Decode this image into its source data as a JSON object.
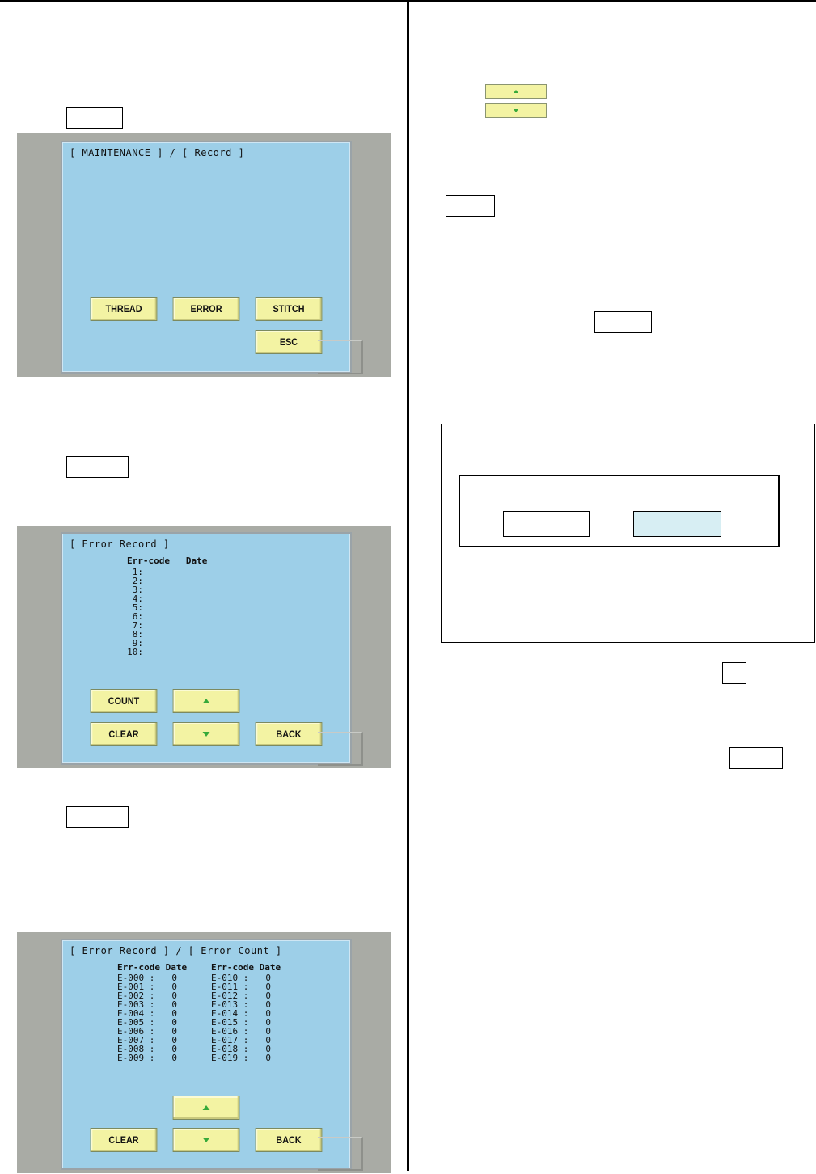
{
  "screens": {
    "maintenance_record": {
      "title": "[ MAINTENANCE ] / [ Record ]",
      "buttons": {
        "thread": "THREAD",
        "error": "ERROR",
        "stitch": "STITCH",
        "esc": "ESC"
      }
    },
    "error_record": {
      "title": "[ Error Record ]",
      "header": "Err-code   Date",
      "rows": [
        "1:",
        "2:",
        "3:",
        "4:",
        "5:",
        "6:",
        "7:",
        "8:",
        "9:",
        "10:"
      ],
      "buttons": {
        "count": "COUNT",
        "clear": "CLEAR",
        "back": "BACK"
      }
    },
    "error_count": {
      "title": "[ Error Record ] / [ Error Count ]",
      "header_left": "Err-code Date",
      "header_right": "Err-code Date",
      "left_codes": [
        "E-000 :",
        "E-001 :",
        "E-002 :",
        "E-003 :",
        "E-004 :",
        "E-005 :",
        "E-006 :",
        "E-007 :",
        "E-008 :",
        "E-009 :"
      ],
      "left_values": [
        "0",
        "0",
        "0",
        "0",
        "0",
        "0",
        "0",
        "0",
        "0",
        "0"
      ],
      "right_codes": [
        "E-010 :",
        "E-011 :",
        "E-012 :",
        "E-013 :",
        "E-014 :",
        "E-015 :",
        "E-016 :",
        "E-017 :",
        "E-018 :",
        "E-019 :"
      ],
      "right_values": [
        "0",
        "0",
        "0",
        "0",
        "0",
        "0",
        "0",
        "0",
        "0",
        "0"
      ],
      "buttons": {
        "clear": "CLEAR",
        "back": "BACK"
      }
    }
  },
  "icons": {
    "up": "up-arrow-icon",
    "down": "down-arrow-icon"
  },
  "colors": {
    "screen_bg": "#9dcfe8",
    "button_bg": "#f3f3a3",
    "arrow": "#36a93a",
    "dialog_highlight": "#d7eef3"
  }
}
